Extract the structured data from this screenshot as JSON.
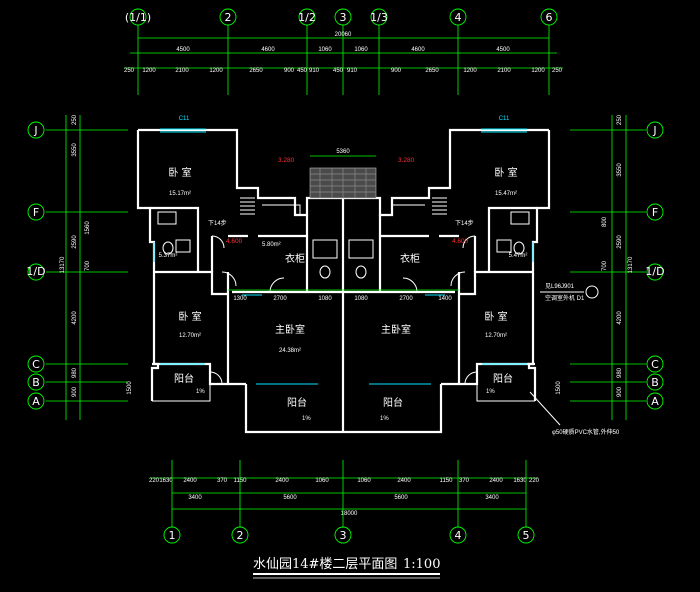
{
  "top_axes": [
    "(1/1)",
    "2",
    "1/2",
    "3",
    "1/3",
    "4",
    "6"
  ],
  "bottom_axes": [
    "1",
    "2",
    "3",
    "4",
    "5"
  ],
  "side_axes": [
    "J",
    "F",
    "1/D",
    "C",
    "B",
    "A"
  ],
  "top_total": "20060",
  "top_row1": [
    "4500",
    "4600",
    "1060",
    "1060",
    "4600",
    "4500"
  ],
  "top_row2": [
    "250",
    "1200",
    "2100",
    "1200",
    "2650",
    "900",
    "450",
    "910",
    "450",
    "910",
    "900",
    "2650",
    "1200",
    "2100",
    "1200",
    "250"
  ],
  "bottom_row1": [
    "220",
    "1630",
    "2400",
    "370",
    "1150",
    "2400",
    "1060",
    "1060",
    "2400",
    "1150",
    "370",
    "2400",
    "1630",
    "220"
  ],
  "bottom_row2": [
    "3400",
    "5600",
    "5600",
    "3400"
  ],
  "bottom_total": "18000",
  "left_dims": [
    "250",
    "3550",
    "1560",
    "2590",
    "700",
    "13170",
    "4200",
    "980",
    "900",
    "1500"
  ],
  "right_dims": [
    "250",
    "3550",
    "800",
    "2590",
    "700",
    "13170",
    "4200",
    "980",
    "900",
    "1500"
  ],
  "mid_dims": [
    "1300",
    "2700",
    "1080",
    "1080",
    "2700",
    "1400"
  ],
  "rooms": {
    "bed_tl": "卧 室",
    "bed_tl_area": "15.17m²",
    "bed_tr": "卧 室",
    "bed_tr_area": "15.47m²",
    "bed_l": "卧 室",
    "bed_l_area": "12.70m²",
    "bed_r": "卧 室",
    "bed_r_area": "12.70m²",
    "master_l": "主卧室",
    "master_l_area": "24.38m²",
    "master_r": "主卧室",
    "closet_l": "衣柜",
    "closet_r": "衣柜",
    "closet_area": "5.80m²",
    "bath_l_area": "5.37m²",
    "bath_r_area": "5.47m²",
    "bal_l": "阳台",
    "bal_r": "阳台",
    "bal_cl": "阳台",
    "bal_cr": "阳台"
  },
  "windows": [
    "C11",
    "C11"
  ],
  "elevations": [
    "3.280",
    "3.280",
    "4.600",
    "4.600"
  ],
  "down": [
    "下14步",
    "下14步"
  ],
  "stair_w": "5360",
  "slopes": [
    "1%",
    "1%",
    "1%",
    "1%"
  ],
  "notes": {
    "ac": "空调室外机 D1",
    "ac2": "见L96J901",
    "pipe": "φ50硬质PVC水管,外伸50"
  },
  "title": "水仙园14#楼二层平面图",
  "scale": "1:100"
}
